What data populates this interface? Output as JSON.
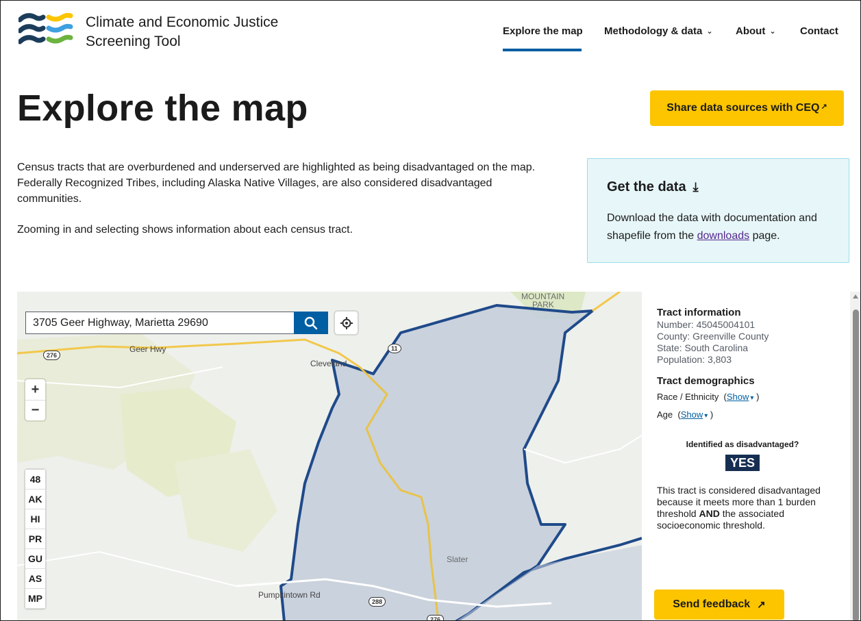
{
  "header": {
    "title_line1": "Climate and Economic Justice",
    "title_line2": "Screening Tool",
    "nav": [
      {
        "label": "Explore the map",
        "active": true
      },
      {
        "label": "Methodology & data",
        "dropdown": true
      },
      {
        "label": "About",
        "dropdown": true
      },
      {
        "label": "Contact"
      }
    ]
  },
  "page": {
    "title": "Explore the map",
    "share_button": "Share data sources with CEQ",
    "intro_p1": "Census tracts that are overburdened and underserved are highlighted as being disadvantaged on the map. Federally Recognized Tribes, including Alaska Native Villages, are also considered disadvantaged communities.",
    "intro_p2": "Zooming in and selecting shows information about each census tract."
  },
  "data_card": {
    "title": "Get the data",
    "text_before": "Download the data with documentation and shapefile from the ",
    "link": "downloads",
    "text_after": " page."
  },
  "map": {
    "search_value": "3705 Geer Highway, Marietta 29690",
    "zoom_in": "+",
    "zoom_out": "−",
    "territories": [
      "48",
      "AK",
      "HI",
      "PR",
      "GU",
      "AS",
      "MP"
    ],
    "labels": {
      "mountain": "MOUNTAIN",
      "park": "PARK",
      "geer": "Geer Hwy",
      "cleveland": "Cleveland",
      "slater": "Slater",
      "pumpkintown": "Pumpkintown Rd"
    },
    "shields": [
      "276",
      "11",
      "288",
      "276"
    ]
  },
  "side_panel": {
    "tract_heading": "Tract information",
    "number": "Number: 45045004101",
    "county": "County: Greenville County",
    "state": "State: South Carolina",
    "population": "Population: 3,803",
    "demographics_heading": "Tract demographics",
    "race_label": "Race / Ethnicity",
    "age_label": "Age",
    "show_label": "Show",
    "identified_label": "Identified as disadvantaged?",
    "identified_value": "YES",
    "explain_1": "This tract is considered disadvantaged because it meets more than 1 burden threshold ",
    "explain_and": "AND",
    "explain_2": " the associated socioeconomic threshold.",
    "feedback_button": "Send feedback"
  },
  "colors": {
    "accent_blue": "#005ea2",
    "yellow": "#fcc500",
    "tract_fill": "#c3ccda",
    "tract_border": "#1f4a8a",
    "dark_navy": "#162e51"
  }
}
